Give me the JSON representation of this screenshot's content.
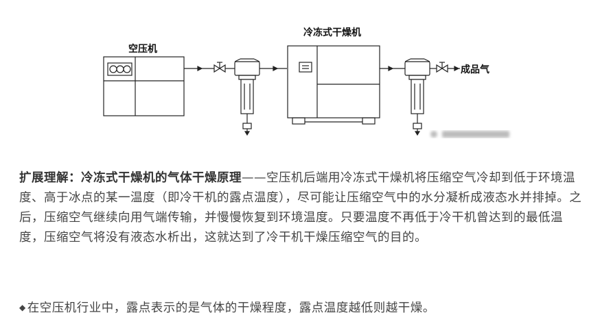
{
  "diagram": {
    "air_compressor_label": "空压机",
    "dryer_label": "冷冻式干燥机",
    "output_label": "成品气"
  },
  "paragraph1": {
    "heading": "扩展理解：冷冻式干燥机的气体干燥原理",
    "body": "——空压机后端用冷冻式干燥机将压缩空气冷却到低于环境温度、高于冰点的某一温度（即冷干机的露点温度），尽可能让压缩空气中的水分凝析成液态水并排掉。之后，压缩空气继续向用气端传输，并慢慢恢复到环境温度。只要温度不再低于冷干机曾达到的最低温度，压缩空气将没有液态水析出，这就达到了冷干机干燥压缩空气的目的。"
  },
  "paragraph2": {
    "bullet": "◆",
    "text": "在空压机行业中，露点表示的是气体的干燥程度，露点温度越低则越干燥。"
  },
  "colors": {
    "text": "#444444",
    "diagram_stroke": "#222222"
  }
}
